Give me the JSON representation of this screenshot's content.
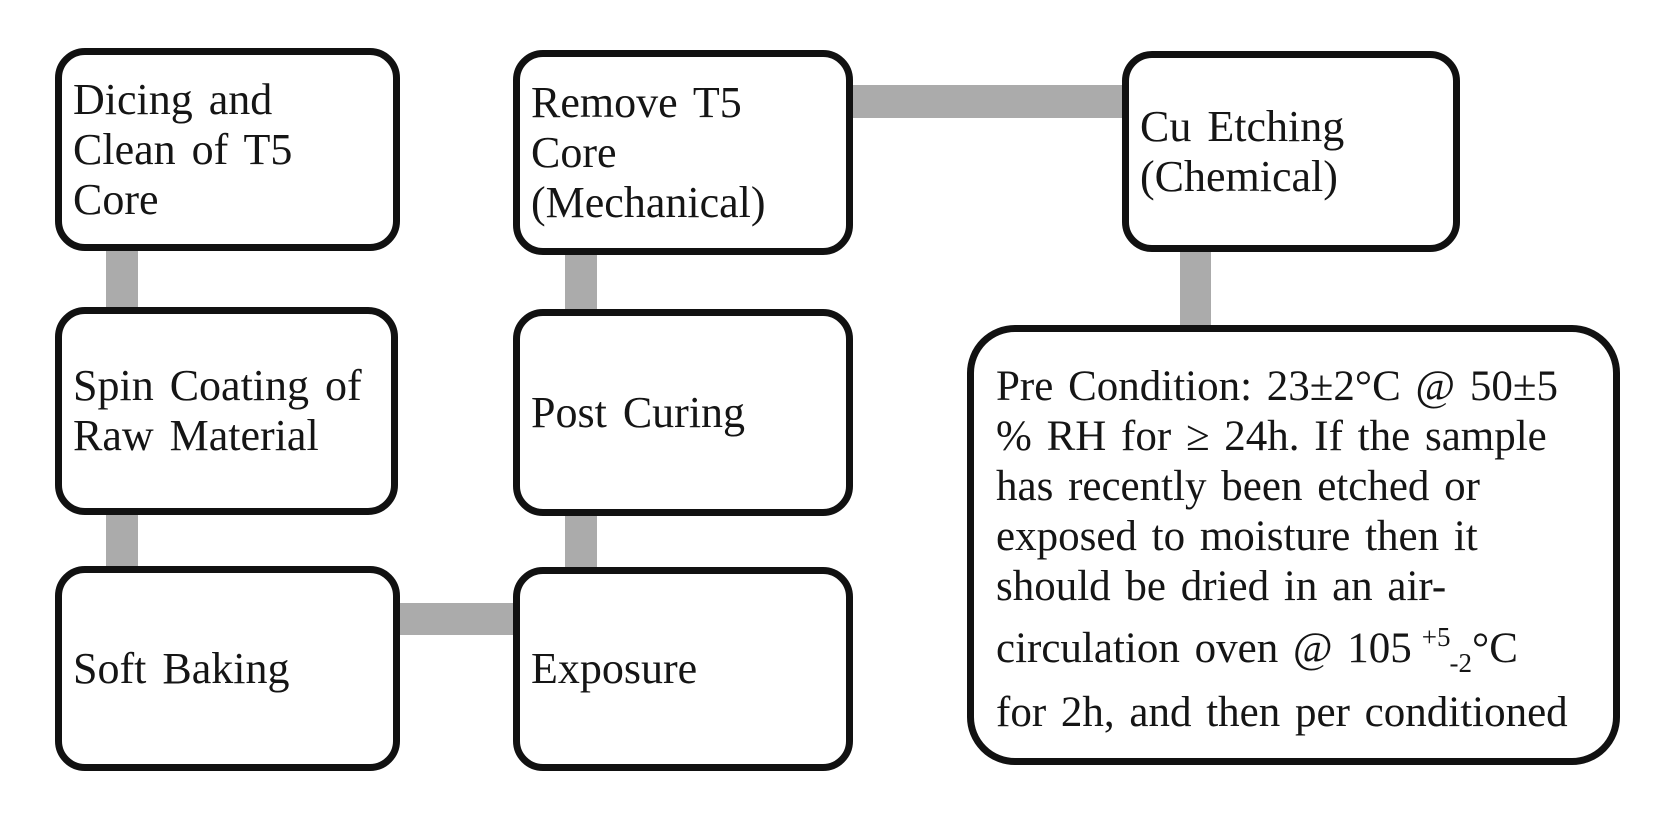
{
  "diagram": {
    "type": "flowchart",
    "colors": {
      "page_background": "#FFFFFF",
      "node_border": "#111111",
      "node_fill": "#FFFFFF",
      "connector": "#ABABAB",
      "text": "#151515"
    },
    "nodes": {
      "dicing": {
        "label": "Dicing and\nClean of T5\nCore"
      },
      "spin_coating": {
        "label": "Spin Coating of\nRaw Material"
      },
      "soft_baking": {
        "label": "Soft Baking"
      },
      "remove_core": {
        "label": "Remove T5\nCore\n(Mechanical)"
      },
      "post_curing": {
        "label": "Post Curing"
      },
      "exposure": {
        "label": "Exposure"
      },
      "cu_etching": {
        "label": "Cu Etching\n(Chemical)"
      }
    },
    "edges": [
      {
        "from": "dicing",
        "to": "spin_coating"
      },
      {
        "from": "spin_coating",
        "to": "soft_baking"
      },
      {
        "from": "soft_baking",
        "to": "exposure"
      },
      {
        "from": "exposure",
        "to": "post_curing"
      },
      {
        "from": "post_curing",
        "to": "remove_core"
      },
      {
        "from": "remove_core",
        "to": "cu_etching"
      },
      {
        "from": "cu_etching",
        "to": "precondition_note"
      }
    ],
    "precondition": {
      "line1": "Pre Condition: 23±2°C @ 50±5",
      "line2": "% RH for ≥ 24h. If the sample",
      "line3": "has recently been etched or",
      "line4": "exposed to moisture then it",
      "line5": "should be dried in an air-",
      "line6_before": "circulation oven @ 105",
      "line6_sup": "+5",
      "line6_sub": "-2",
      "line6_unit": "°C",
      "line7": "for 2h, and then per conditioned"
    }
  }
}
